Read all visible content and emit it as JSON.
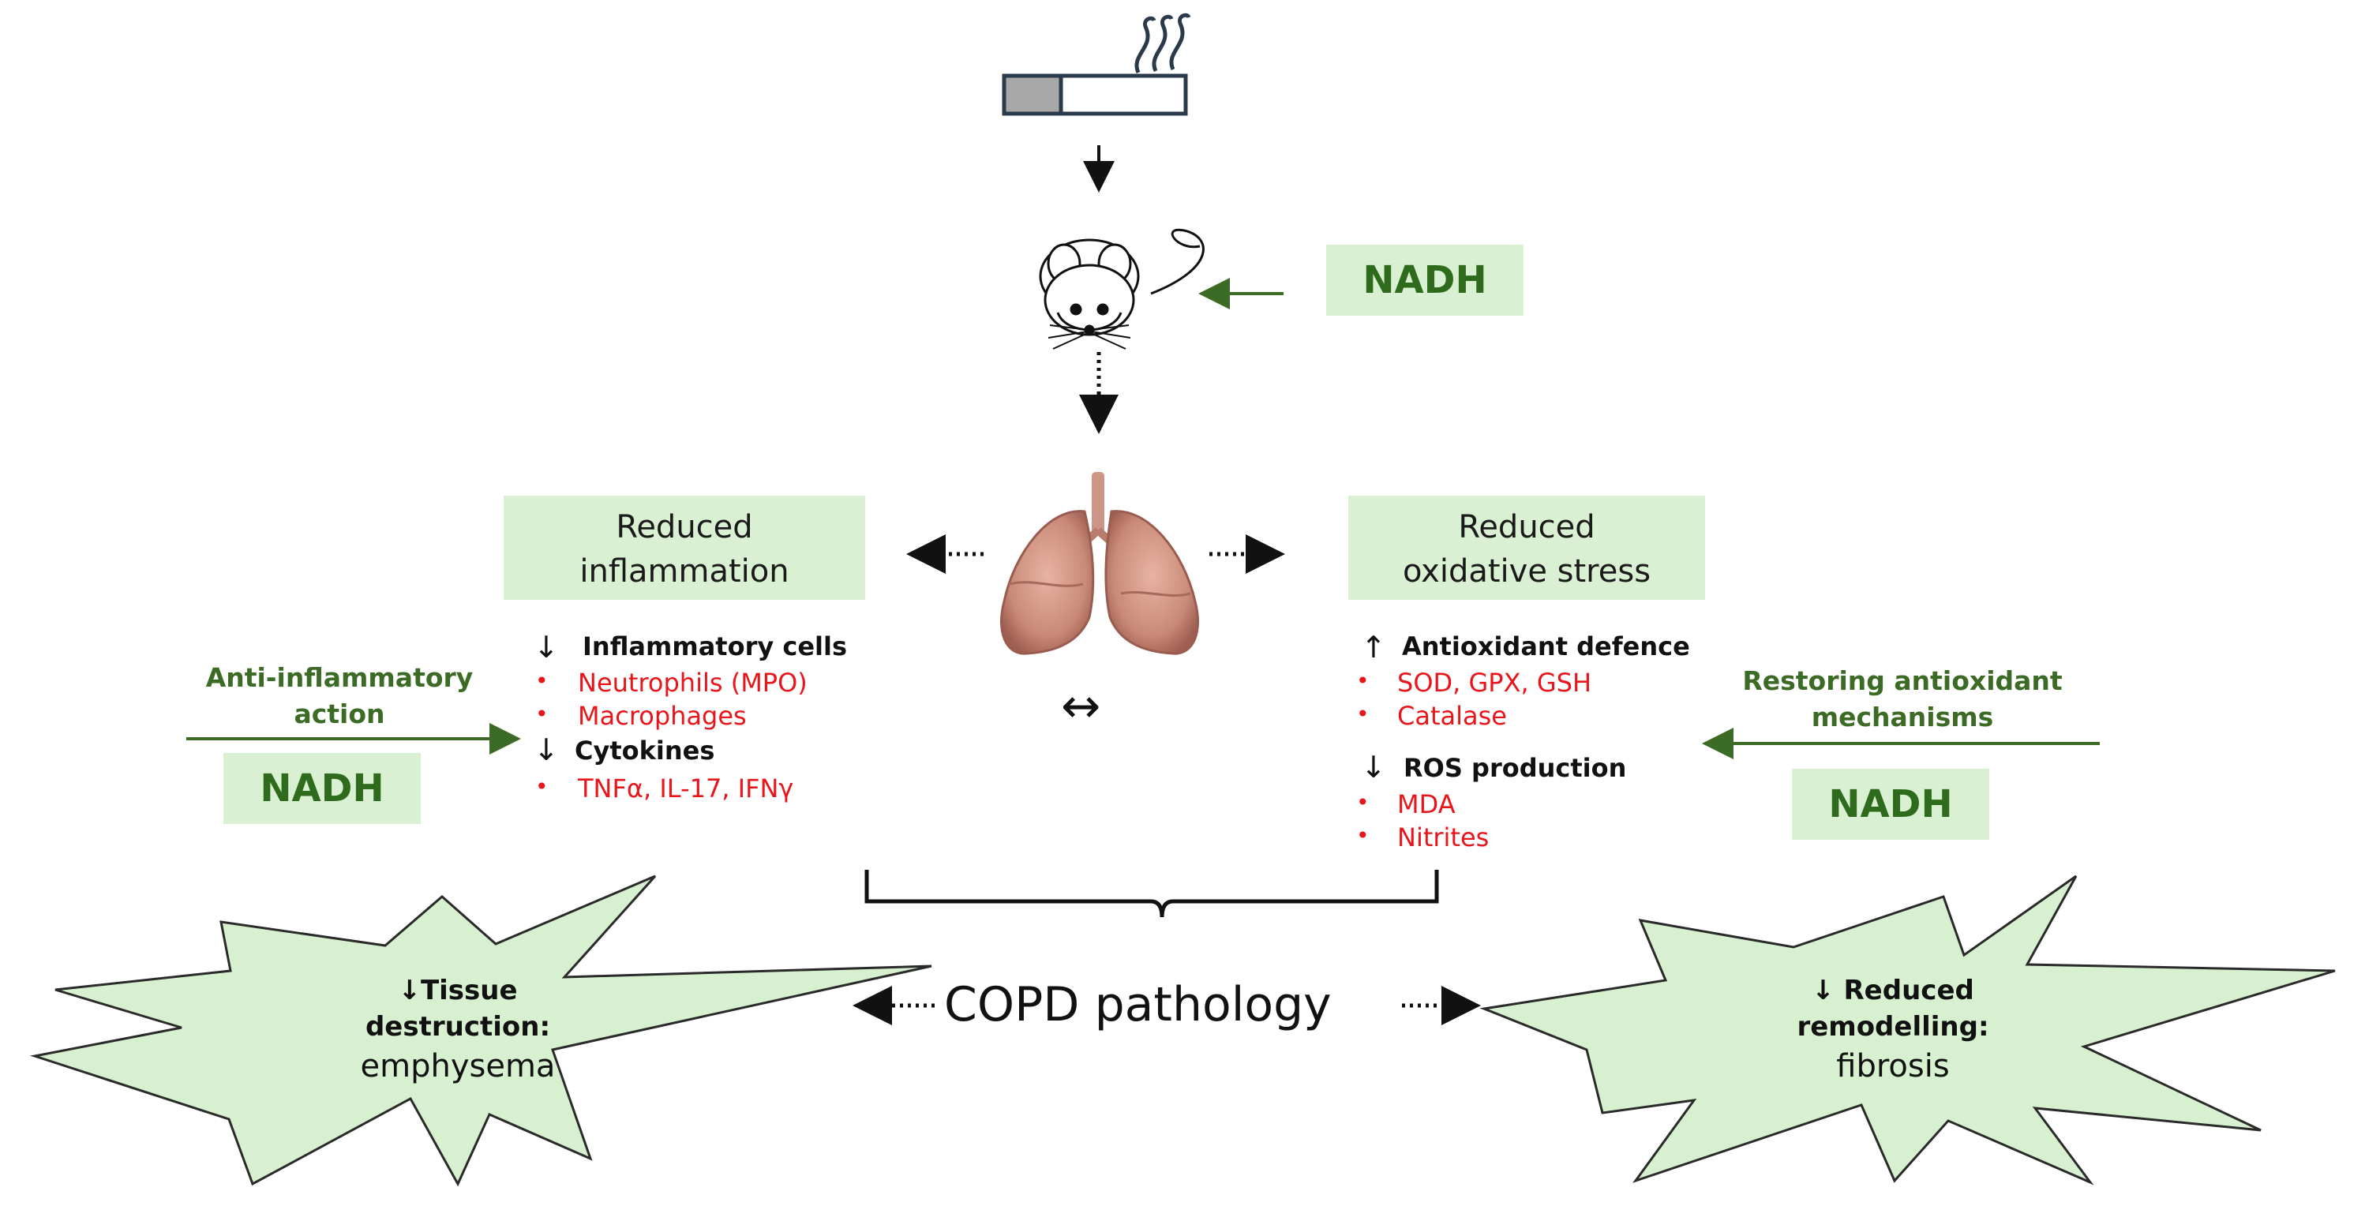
{
  "nadh_label": "NADH",
  "left_header": {
    "line1": "Reduced",
    "line2": "inflammation"
  },
  "right_header": {
    "line1": "Reduced",
    "line2": "oxidative stress"
  },
  "left_list": {
    "group1_title": "Inflammatory cells",
    "group1_items": [
      "Neutrophils (MPO)",
      "Macrophages"
    ],
    "group2_title": "Cytokines",
    "group2_items": [
      "TNFα, IL-17, IFNγ"
    ]
  },
  "right_list": {
    "group1_title": "Antioxidant defence",
    "group1_items": [
      "SOD, GPX, GSH",
      "Catalase"
    ],
    "group2_title": "ROS production",
    "group2_items": [
      "MDA",
      "Nitrites"
    ]
  },
  "left_action": {
    "line1": "Anti-inflammatory",
    "line2": "action"
  },
  "right_action": {
    "line1": "Restoring antioxidant",
    "line2": "mechanisms"
  },
  "center_label": "COPD pathology",
  "left_star": {
    "line1": "Tissue",
    "line2": "destruction:",
    "line3": "emphysema"
  },
  "right_star": {
    "line1": "Reduced",
    "line2": "remodelling:",
    "line3": "fibrosis"
  },
  "symbols": {
    "down_arrow": "↓",
    "up_arrow": "↑",
    "bidirectional": "↔",
    "bullet": "•"
  },
  "colors": {
    "box_fill": "#d9f0d2",
    "nadh_text": "#2e6b1c",
    "list_red": "#e8151b",
    "star_fill": "#d7f0cf",
    "action_green": "#3b6b24"
  }
}
